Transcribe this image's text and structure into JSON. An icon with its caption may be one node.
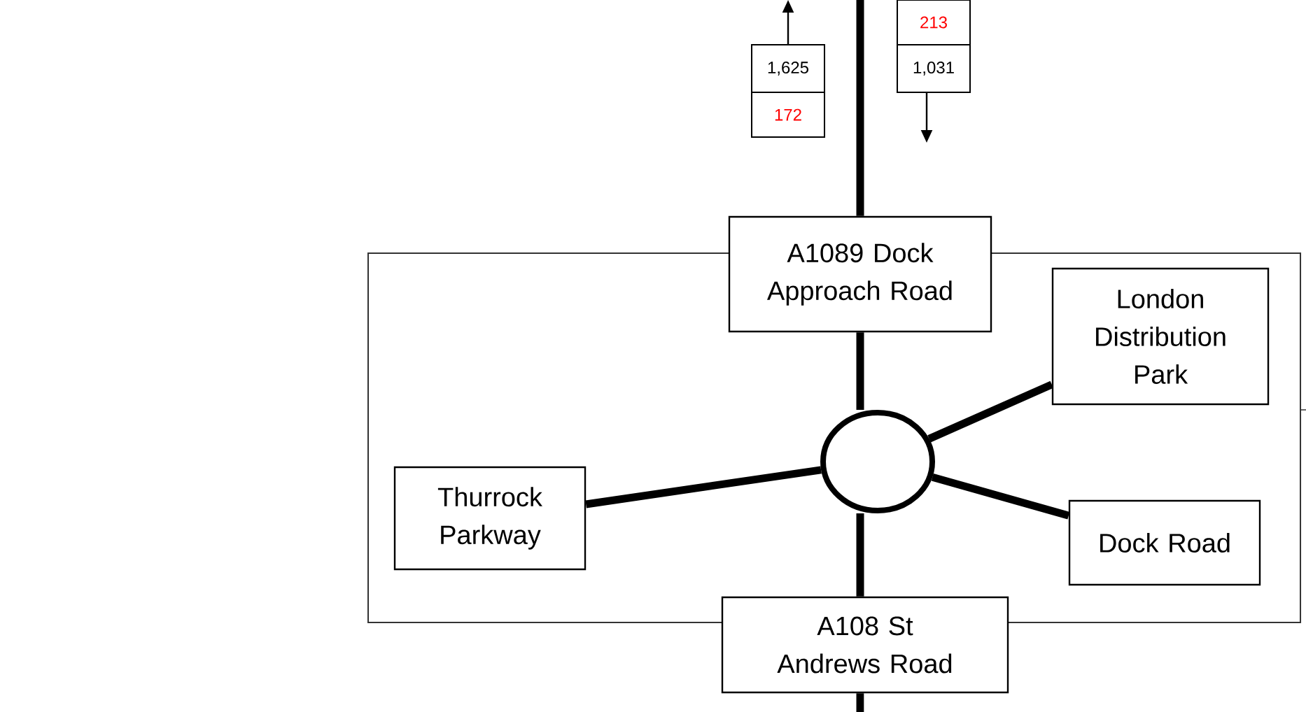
{
  "diagram": {
    "nodes": [
      {
        "text": [
          "A1089 Dock Approach Road"
        ]
      },
      {
        "text": [
          "London Distribution Park"
        ]
      },
      {
        "text": [
          "Thurrock Parkway"
        ]
      },
      {
        "text": [
          "Dock Road"
        ]
      },
      {
        "text": [
          "A108 St Andrews Road"
        ]
      },
      {
        "text": [],
        "shape": "circle"
      },
      {
        "text": [
          "1,625"
        ]
      },
      {
        "text": [
          "172"
        ]
      },
      {
        "text": [
          "213"
        ]
      },
      {
        "text": [
          "1,031"
        ]
      }
    ],
    "edges": [
      {
        "from": null,
        "to": 0,
        "arrow": "none"
      },
      {
        "from": 0,
        "to": 5,
        "arrow": "none"
      },
      {
        "from": 5,
        "to": 1,
        "arrow": "none"
      },
      {
        "from": 2,
        "to": 5,
        "arrow": "none"
      },
      {
        "from": 5,
        "to": 3,
        "arrow": "none"
      },
      {
        "from": 5,
        "to": 4,
        "arrow": "none"
      },
      {
        "from": 4,
        "to": null,
        "arrow": "none"
      },
      {
        "from": 6,
        "to": null,
        "arrow": "to"
      },
      {
        "from": 9,
        "to": null,
        "arrow": "to"
      }
    ]
  }
}
